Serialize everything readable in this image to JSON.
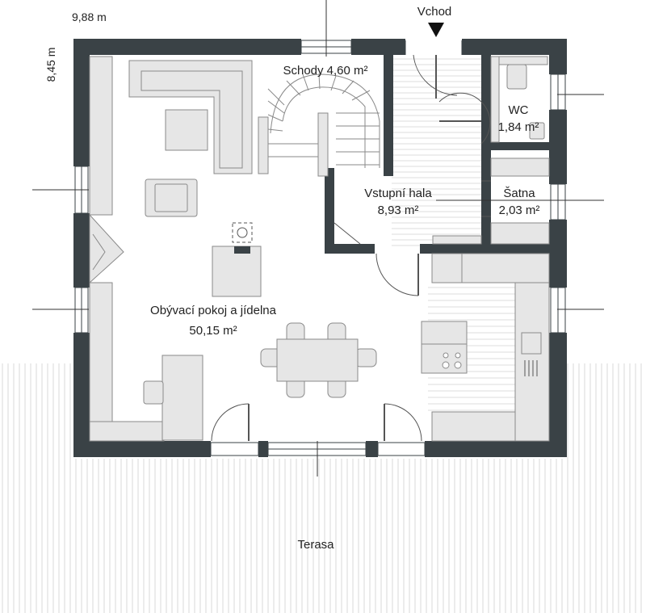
{
  "dimensions": {
    "width": "9,88 m",
    "height": "8,45 m"
  },
  "entrance": {
    "label": "Vchod"
  },
  "rooms": {
    "stairs": {
      "name": "Schody 4,60 m²"
    },
    "wc": {
      "name": "WC",
      "area": "1,84 m²"
    },
    "hall": {
      "name": "Vstupní hala",
      "area": "8,93 m²"
    },
    "wardrobe": {
      "name": "Šatna",
      "area": "2,03 m²"
    },
    "living": {
      "name": "Obývací pokoj a jídelna",
      "area": "50,15 m²"
    },
    "terrace": {
      "name": "Terasa"
    }
  },
  "colors": {
    "wall": "#3a4246",
    "furniture": "#e6e6e6",
    "furniture_stroke": "#8a8a8a",
    "floor_lines": "#d4d4d4"
  }
}
